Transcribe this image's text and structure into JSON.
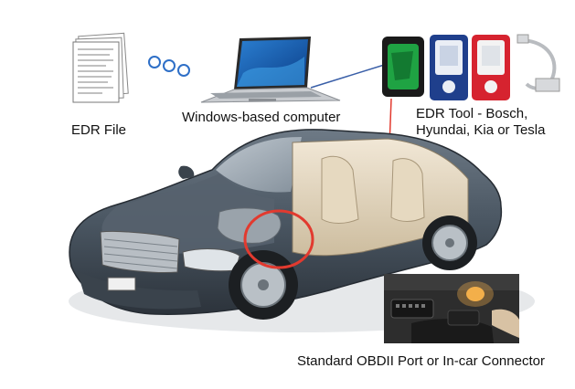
{
  "labels": {
    "edr_file": "EDR File",
    "computer": "Windows-based computer",
    "tool_line1": "EDR Tool - Bosch,",
    "tool_line2": "Hyundai, Kia or Tesla",
    "port": "Standard OBDII Port or In-car Connector"
  },
  "colors": {
    "accent_line": "#e23a2f",
    "link_line": "#3a5fa8",
    "car_body": "#4a5662",
    "tool_green": "#1fa343",
    "tool_blue": "#1f3f8c",
    "tool_red": "#d6232f"
  },
  "icons": [
    "document-stack-icon",
    "laptop-icon",
    "wireless-circles-icon",
    "diagnostic-tool-icon",
    "usb-cable-icon",
    "car-illustration",
    "obd-connector-photo"
  ]
}
